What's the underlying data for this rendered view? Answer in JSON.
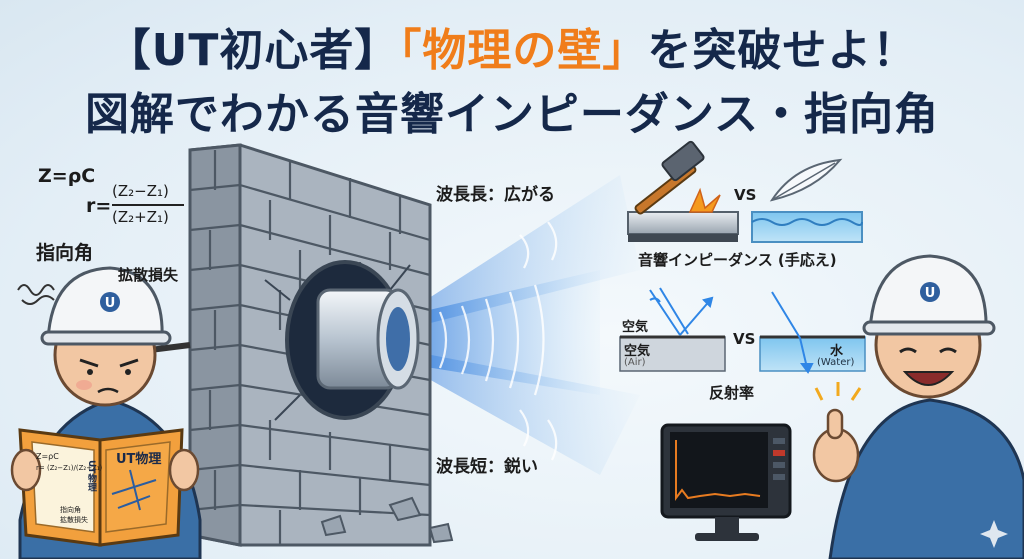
{
  "title": {
    "line1_prefix": "【UT初心者】",
    "line1_highlight": "「物理の壁」",
    "line1_suffix": "を突破せよ！",
    "line2": "図解でわかる音響インピーダンス・指向角"
  },
  "formulas": {
    "impedance": "Z=ρC",
    "reflection_prefix": "r=",
    "reflection_numerator": "(Z₂−Z₁)",
    "reflection_denominator": "(Z₂+Z₁)"
  },
  "left_notes": {
    "directivity": "指向角",
    "diffusion_loss": "拡散損失"
  },
  "book": {
    "title": "UT物理",
    "spine": "UT物理",
    "formula_line1": "Z=ρC",
    "formula_line2": "r= (Z₂−Z₁)/(Z₂+Z₁)",
    "note1": "指向角",
    "note2": "拡散損失"
  },
  "beam_labels": {
    "long_wavelength": "波長長：広がる",
    "short_wavelength": "波長短：鋭い"
  },
  "impedance_panel": {
    "vs": "VS",
    "caption": "音響インピーダンス (手応え)"
  },
  "reflection_panel": {
    "air_top": "空気",
    "air_label": "空気",
    "air_en": "(Air)",
    "vs": "VS",
    "water_label": "水",
    "water_en": "(Water)",
    "caption": "反射率"
  },
  "colors": {
    "title": "#15284a",
    "highlight": "#f07d1a",
    "beam": "#2f86e6",
    "helmet": "#f4f6f8",
    "uniform": "#3a6fa6"
  }
}
